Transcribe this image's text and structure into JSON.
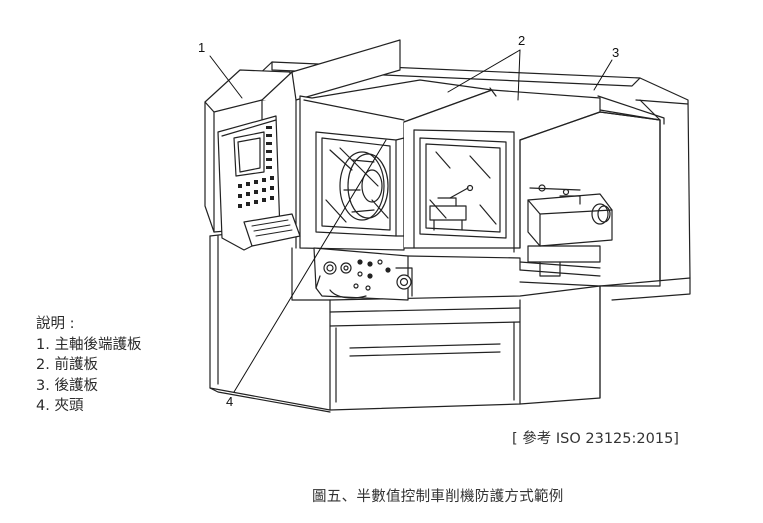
{
  "figure": {
    "callouts": [
      "1",
      "2",
      "3",
      "4"
    ]
  },
  "legend": {
    "title": "說明 :",
    "items": [
      "1. 主軸後端護板",
      "2. 前護板",
      "3. 後護板",
      "4. 夾頭"
    ]
  },
  "reference": "[ 參考 ISO 23125:2015]",
  "caption": "圖五、半數值控制車削機防護方式範例"
}
